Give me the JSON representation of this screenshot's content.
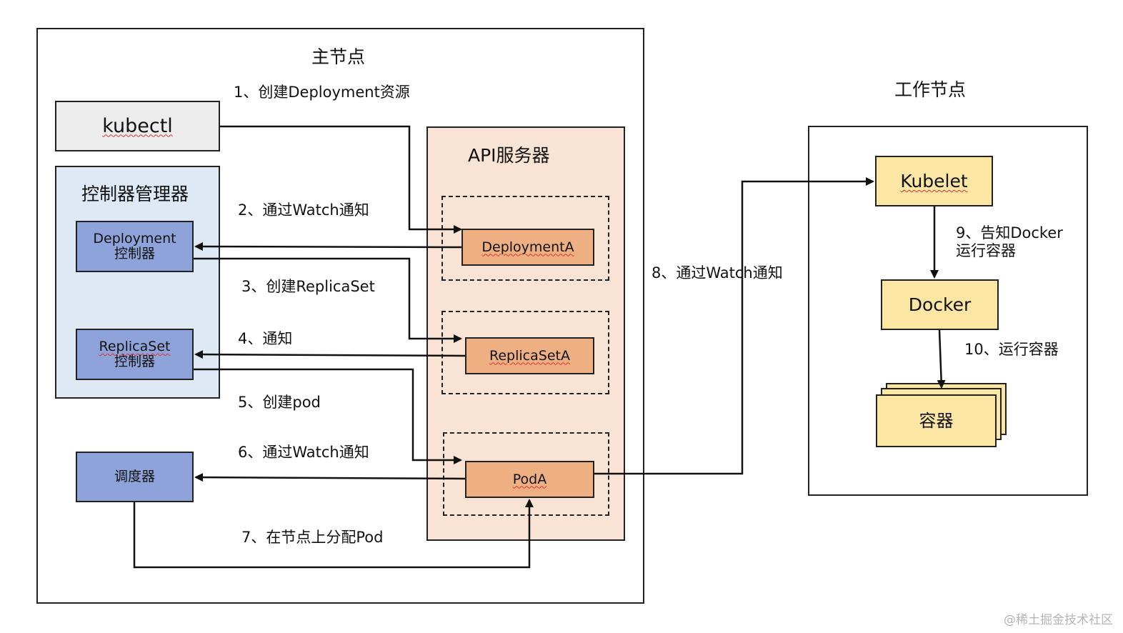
{
  "master": {
    "title": "主节点",
    "kubectl": "kubectl",
    "controller_manager": {
      "title": "控制器管理器",
      "deployment_controller": [
        "Deployment",
        "控制器"
      ],
      "replicaset_controller": [
        "ReplicaSet",
        "控制器"
      ]
    },
    "scheduler": "调度器",
    "api_server": {
      "title": "API服务器",
      "deployment": "DeploymentA",
      "replicaset": "ReplicaSetA",
      "pod": "PodA"
    }
  },
  "worker": {
    "title": "工作节点",
    "kubelet": "Kubelet",
    "docker": "Docker",
    "container": "容器"
  },
  "steps": {
    "s1": "1、创建Deployment资源",
    "s2": "2、通过Watch通知",
    "s3": "3、创建ReplicaSet",
    "s4": "4、通知",
    "s5": "5、创建pod",
    "s6": "6、通过Watch通知",
    "s7": "7、在节点上分配Pod",
    "s8": "8、通过Watch通知",
    "s9": [
      "9、告知Docker",
      "运行容器"
    ],
    "s10": "10、运行容器"
  },
  "watermark": "@稀土掘金技术社区",
  "colors": {
    "kubectl_fill": "#ececec",
    "controller_manager_fill": "#dfe8f5",
    "api_server_fill": "#f8e3d4",
    "controller_fill": "#8ea3d9",
    "resource_fill": "#eeb083",
    "worker_fill": "#fbe6a3"
  }
}
